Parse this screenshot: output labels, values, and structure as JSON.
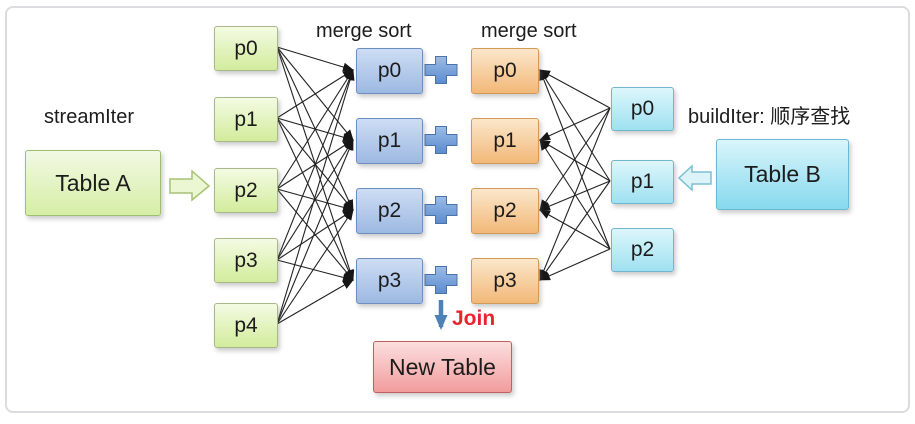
{
  "diagram": {
    "stream_label": "streamIter",
    "table_a_label": "Table A",
    "merge_sort_left_label": "merge sort",
    "merge_sort_right_label": "merge sort",
    "build_label": "buildIter: 顺序查找",
    "table_b_label": "Table B",
    "join_label": "Join",
    "new_table_label": "New Table",
    "stream_partitions": [
      "p0",
      "p1",
      "p2",
      "p3",
      "p4"
    ],
    "merge_left_partitions": [
      "p0",
      "p1",
      "p2",
      "p3"
    ],
    "merge_right_partitions": [
      "p0",
      "p1",
      "p2",
      "p3"
    ],
    "build_partitions": [
      "p0",
      "p1",
      "p2"
    ],
    "colors": {
      "green_box": "#d2ec9c",
      "blue_box": "#9db9e2",
      "orange_box": "#f2b878",
      "cyan_box": "#9fe1f1",
      "pink_box": "#f29c9c",
      "plus_sign": "#6193d7",
      "join_text": "#e8252e",
      "down_arrow": "#4d82b8",
      "connector": "#222222"
    }
  }
}
